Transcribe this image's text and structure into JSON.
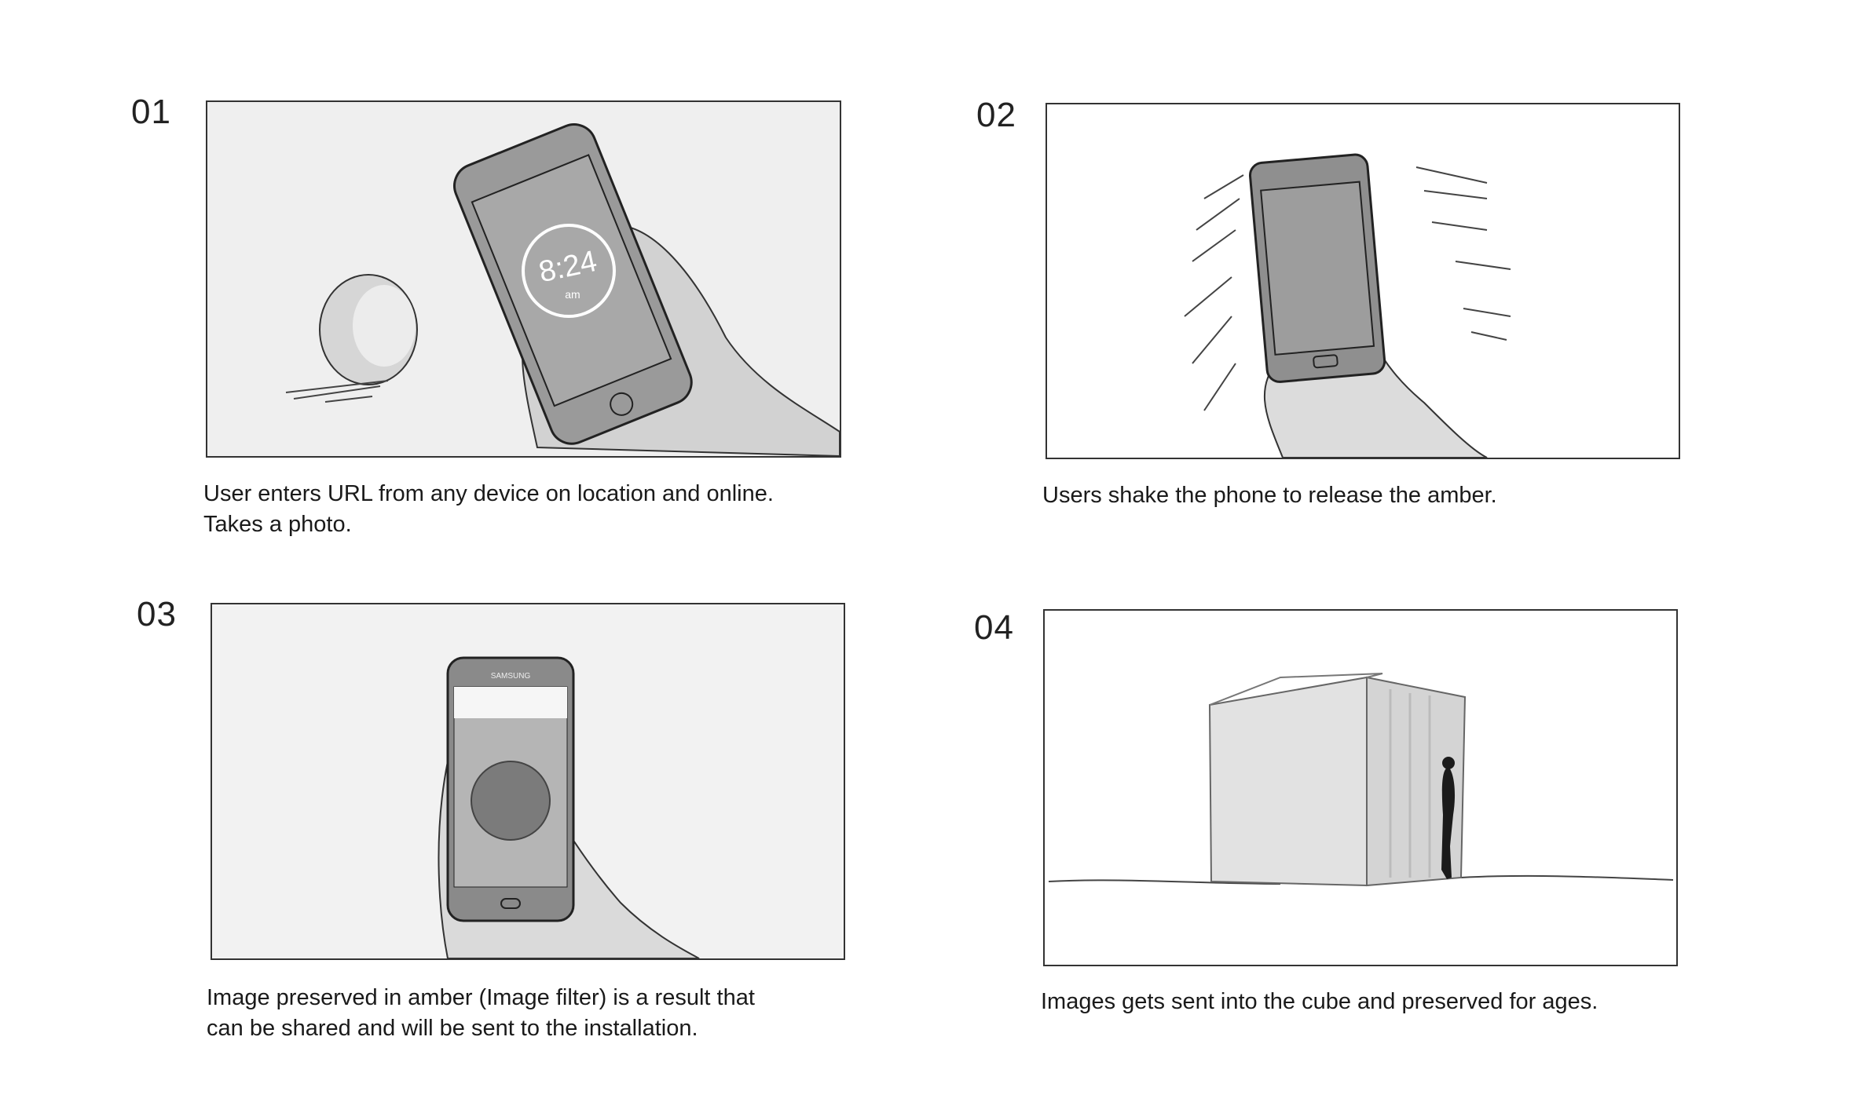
{
  "steps": [
    {
      "number": "01",
      "caption_line1": "User enters URL from any device on location and online.",
      "caption_line2": "Takes a photo.",
      "clock_time": "8:24",
      "clock_period": "am"
    },
    {
      "number": "02",
      "caption_line1": "Users shake the phone to release the amber.",
      "caption_line2": ""
    },
    {
      "number": "03",
      "caption_line1": "Image preserved in amber (Image filter) is a result that",
      "caption_line2": "can be shared and will be sent to the installation.",
      "phone_brand": "SAMSUNG"
    },
    {
      "number": "04",
      "caption_line1": "Images gets sent into the cube and preserved for ages.",
      "caption_line2": ""
    }
  ]
}
